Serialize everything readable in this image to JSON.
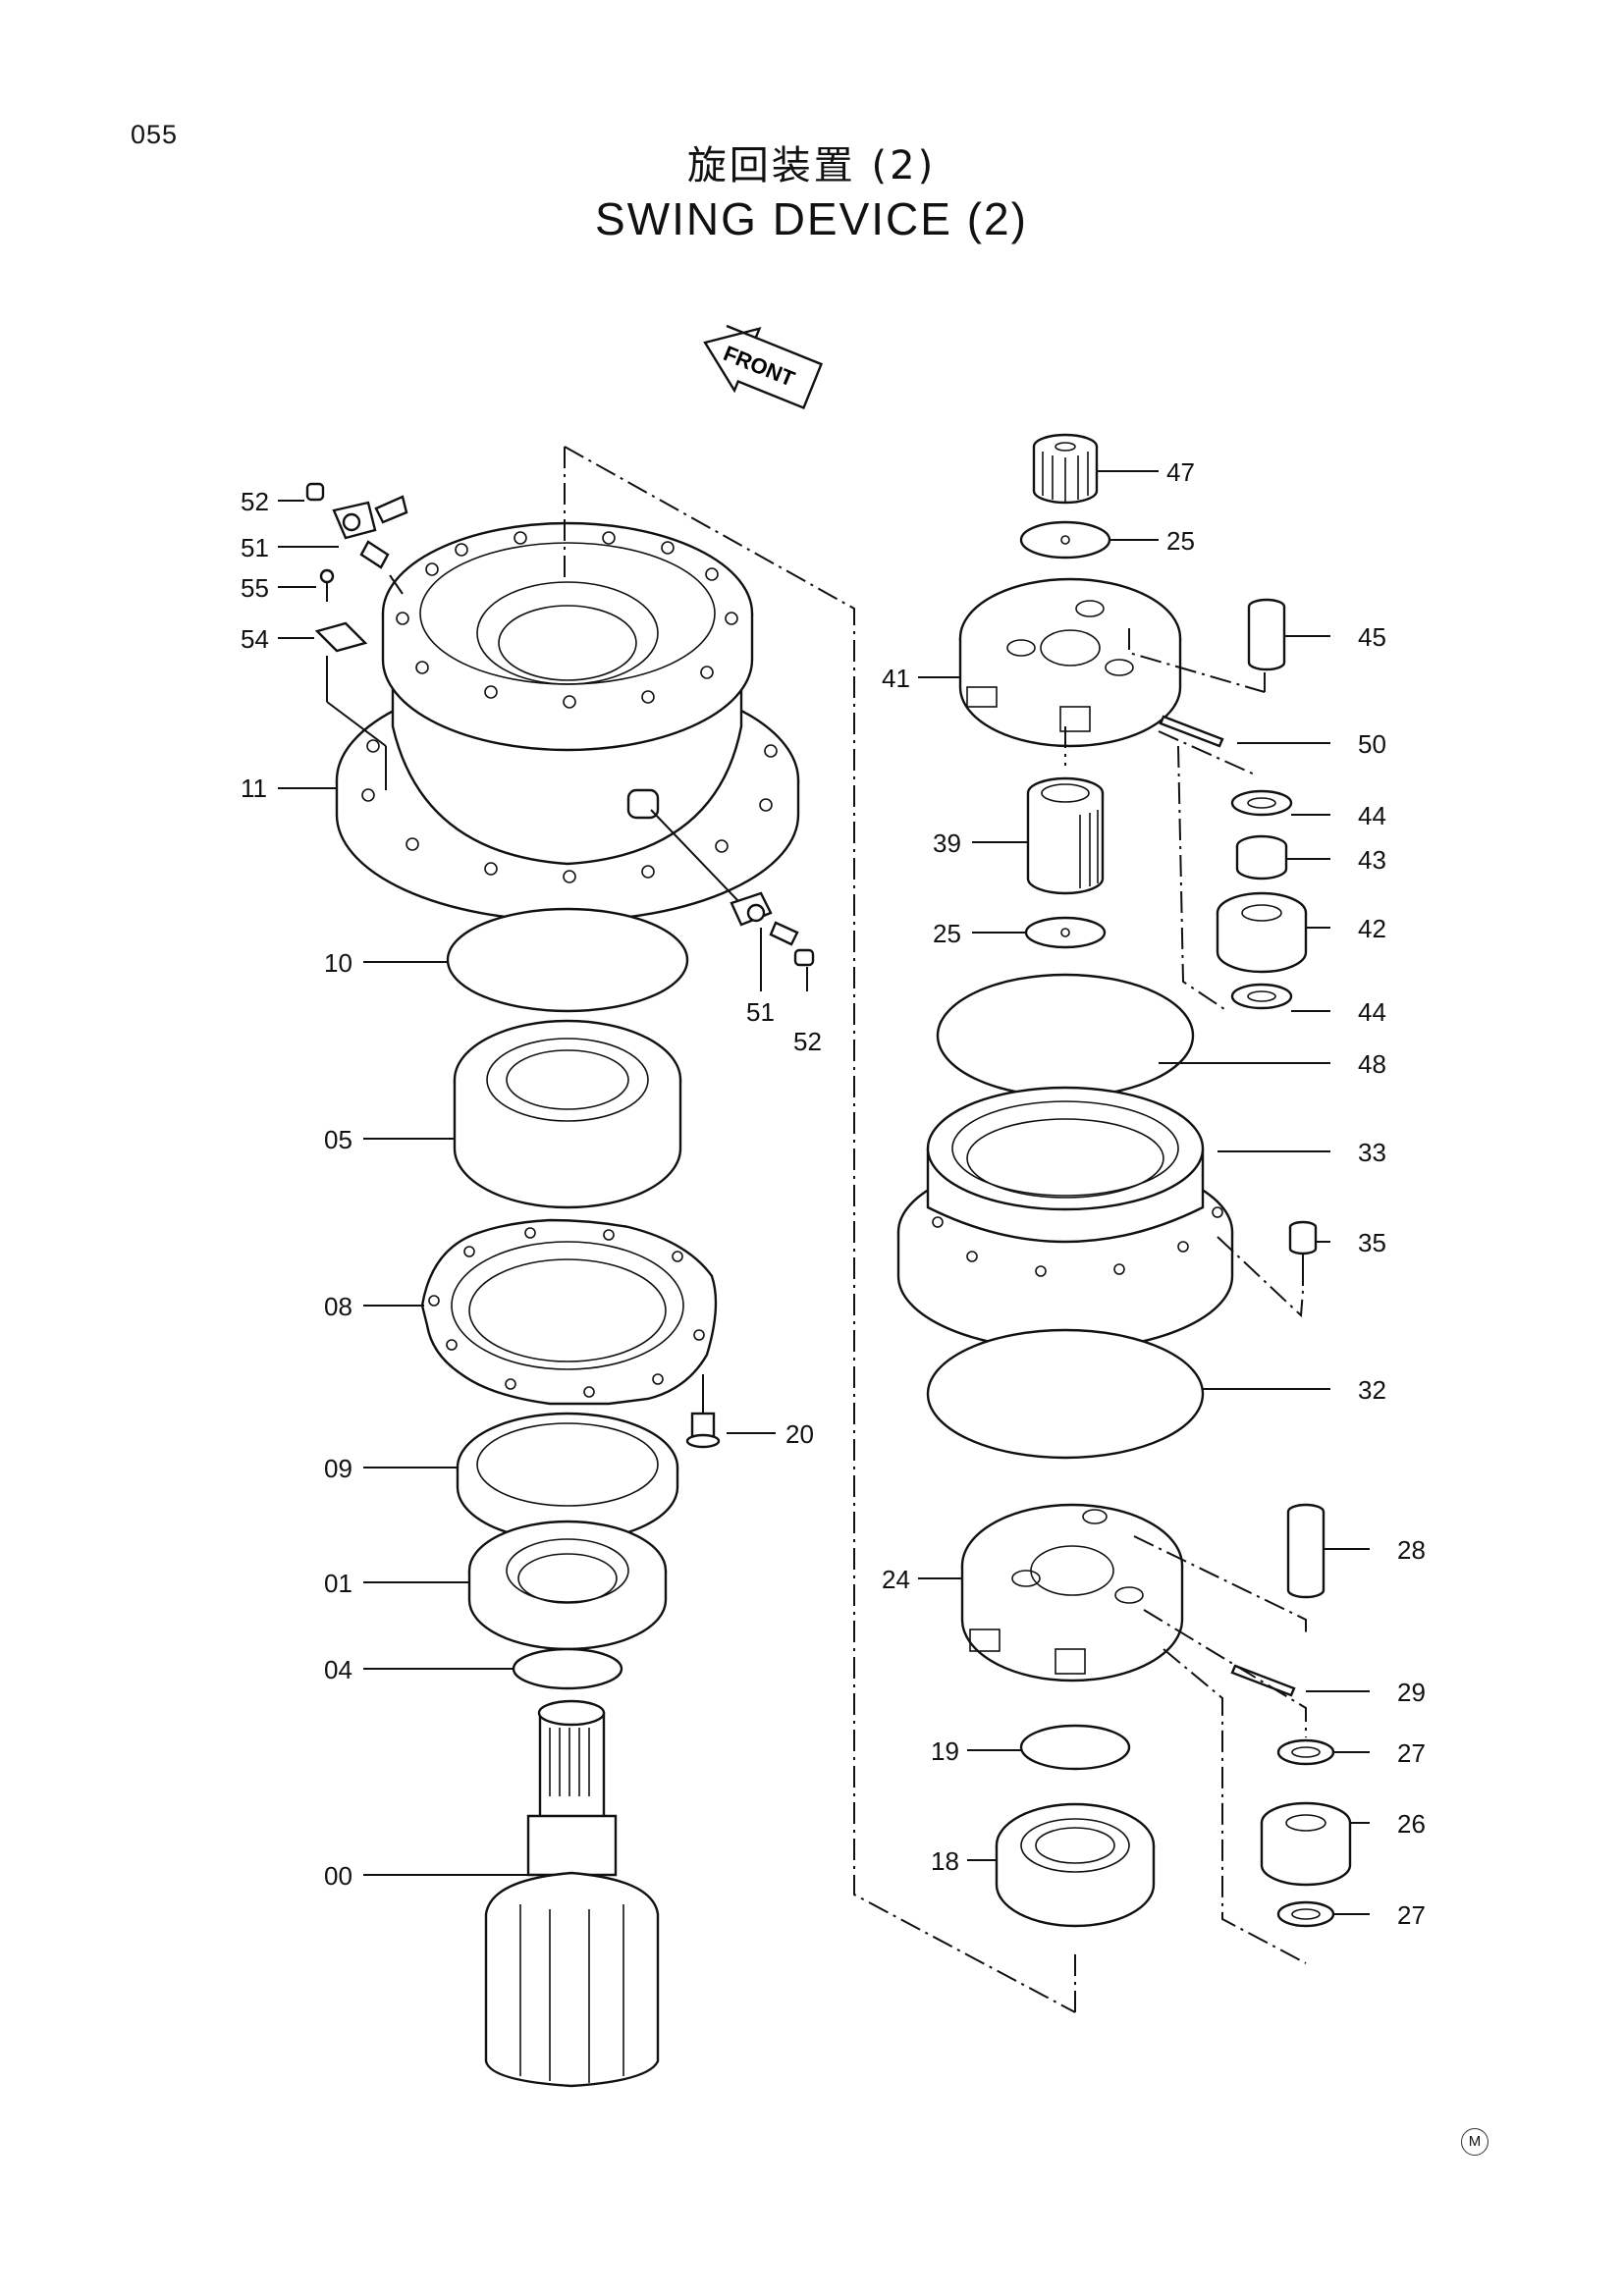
{
  "page_number": "055",
  "title_jp": "旋回装置 (2)",
  "title_en": "SWING DEVICE (2)",
  "front_label": "FRONT",
  "corner_mark": "M",
  "callouts": [
    {
      "id": "c52a",
      "text": "52"
    },
    {
      "id": "c51a",
      "text": "51"
    },
    {
      "id": "c55",
      "text": "55"
    },
    {
      "id": "c54",
      "text": "54"
    },
    {
      "id": "c11",
      "text": "11"
    },
    {
      "id": "c10",
      "text": "10"
    },
    {
      "id": "c51b",
      "text": "51"
    },
    {
      "id": "c52b",
      "text": "52"
    },
    {
      "id": "c05",
      "text": "05"
    },
    {
      "id": "c08",
      "text": "08"
    },
    {
      "id": "c20",
      "text": "20"
    },
    {
      "id": "c09",
      "text": "09"
    },
    {
      "id": "c01",
      "text": "01"
    },
    {
      "id": "c04",
      "text": "04"
    },
    {
      "id": "c00",
      "text": "00"
    },
    {
      "id": "c47",
      "text": "47"
    },
    {
      "id": "c25a",
      "text": "25"
    },
    {
      "id": "c45",
      "text": "45"
    },
    {
      "id": "c41",
      "text": "41"
    },
    {
      "id": "c50",
      "text": "50"
    },
    {
      "id": "c44a",
      "text": "44"
    },
    {
      "id": "c39",
      "text": "39"
    },
    {
      "id": "c43",
      "text": "43"
    },
    {
      "id": "c25b",
      "text": "25"
    },
    {
      "id": "c42",
      "text": "42"
    },
    {
      "id": "c44b",
      "text": "44"
    },
    {
      "id": "c48",
      "text": "48"
    },
    {
      "id": "c33",
      "text": "33"
    },
    {
      "id": "c35",
      "text": "35"
    },
    {
      "id": "c32",
      "text": "32"
    },
    {
      "id": "c28",
      "text": "28"
    },
    {
      "id": "c24",
      "text": "24"
    },
    {
      "id": "c29",
      "text": "29"
    },
    {
      "id": "c19",
      "text": "19"
    },
    {
      "id": "c27a",
      "text": "27"
    },
    {
      "id": "c26",
      "text": "26"
    },
    {
      "id": "c18",
      "text": "18"
    },
    {
      "id": "c27b",
      "text": "27"
    }
  ]
}
